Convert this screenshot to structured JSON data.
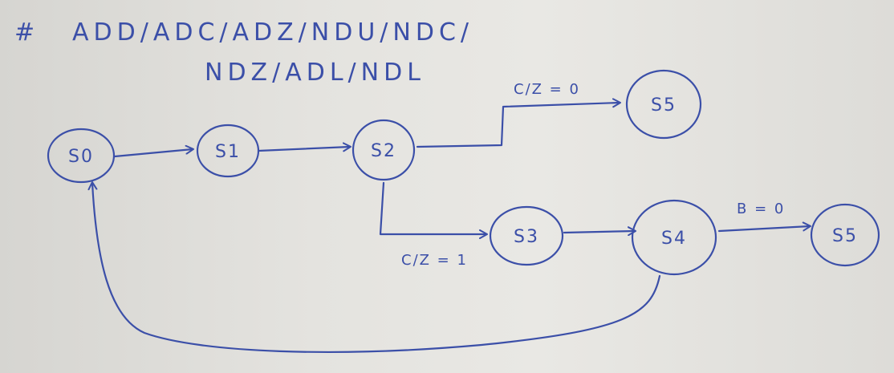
{
  "heading": {
    "marker": "#",
    "line1": "ADD/ADC/ADZ/NDU/NDC/",
    "line2": "NDZ/ADL/NDL"
  },
  "states": [
    {
      "id": "s0",
      "label": "S0"
    },
    {
      "id": "s1",
      "label": "S1"
    },
    {
      "id": "s2",
      "label": "S2"
    },
    {
      "id": "s5a",
      "label": "S5"
    },
    {
      "id": "s3",
      "label": "S3"
    },
    {
      "id": "s4",
      "label": "S4"
    },
    {
      "id": "s5b",
      "label": "S5"
    }
  ],
  "transitions": [
    {
      "from": "S0",
      "to": "S1",
      "label": ""
    },
    {
      "from": "S1",
      "to": "S2",
      "label": ""
    },
    {
      "from": "S2",
      "to": "S5",
      "label": "C/Z = 0"
    },
    {
      "from": "S2",
      "to": "S3",
      "label": "C/Z = 1"
    },
    {
      "from": "S3",
      "to": "S4",
      "label": ""
    },
    {
      "from": "S4",
      "to": "S5",
      "label": "B = 0"
    },
    {
      "from": "S4",
      "to": "S0",
      "label": ""
    }
  ],
  "labels": {
    "s2_to_s5": "C/Z = 0",
    "s2_to_s3": "C/Z = 1",
    "s4_to_s5": "B = 0"
  },
  "ink_color": "#3b4fa8"
}
